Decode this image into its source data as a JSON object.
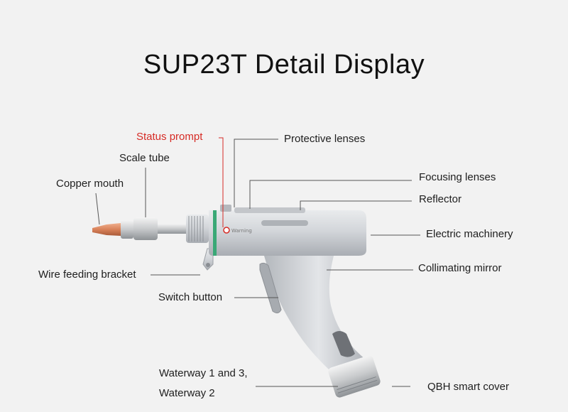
{
  "title": "SUP23T  Detail Display",
  "colors": {
    "background": "#f2f2f2",
    "accent_red": "#d62b25",
    "leader_line": "#555555",
    "copper": "#d9825a",
    "body_metal": "#c9ccd0",
    "seal_green": "#3aa876"
  },
  "product_mark": "Warning",
  "labels": {
    "status_prompt": "Status prompt",
    "scale_tube": "Scale tube",
    "copper_mouth": "Copper mouth",
    "wire_feeding_bracket": "Wire feeding bracket",
    "switch_button": "Switch button",
    "waterway_line1": "Waterway 1 and 3,",
    "waterway_line2": "Waterway 2",
    "protective_lenses": "Protective lenses",
    "focusing_lenses": "Focusing lenses",
    "reflector": "Reflector",
    "electric_machinery": "Electric machinery",
    "collimating_mirror": "Collimating mirror",
    "qbh_smart_cover": "QBH smart cover"
  }
}
